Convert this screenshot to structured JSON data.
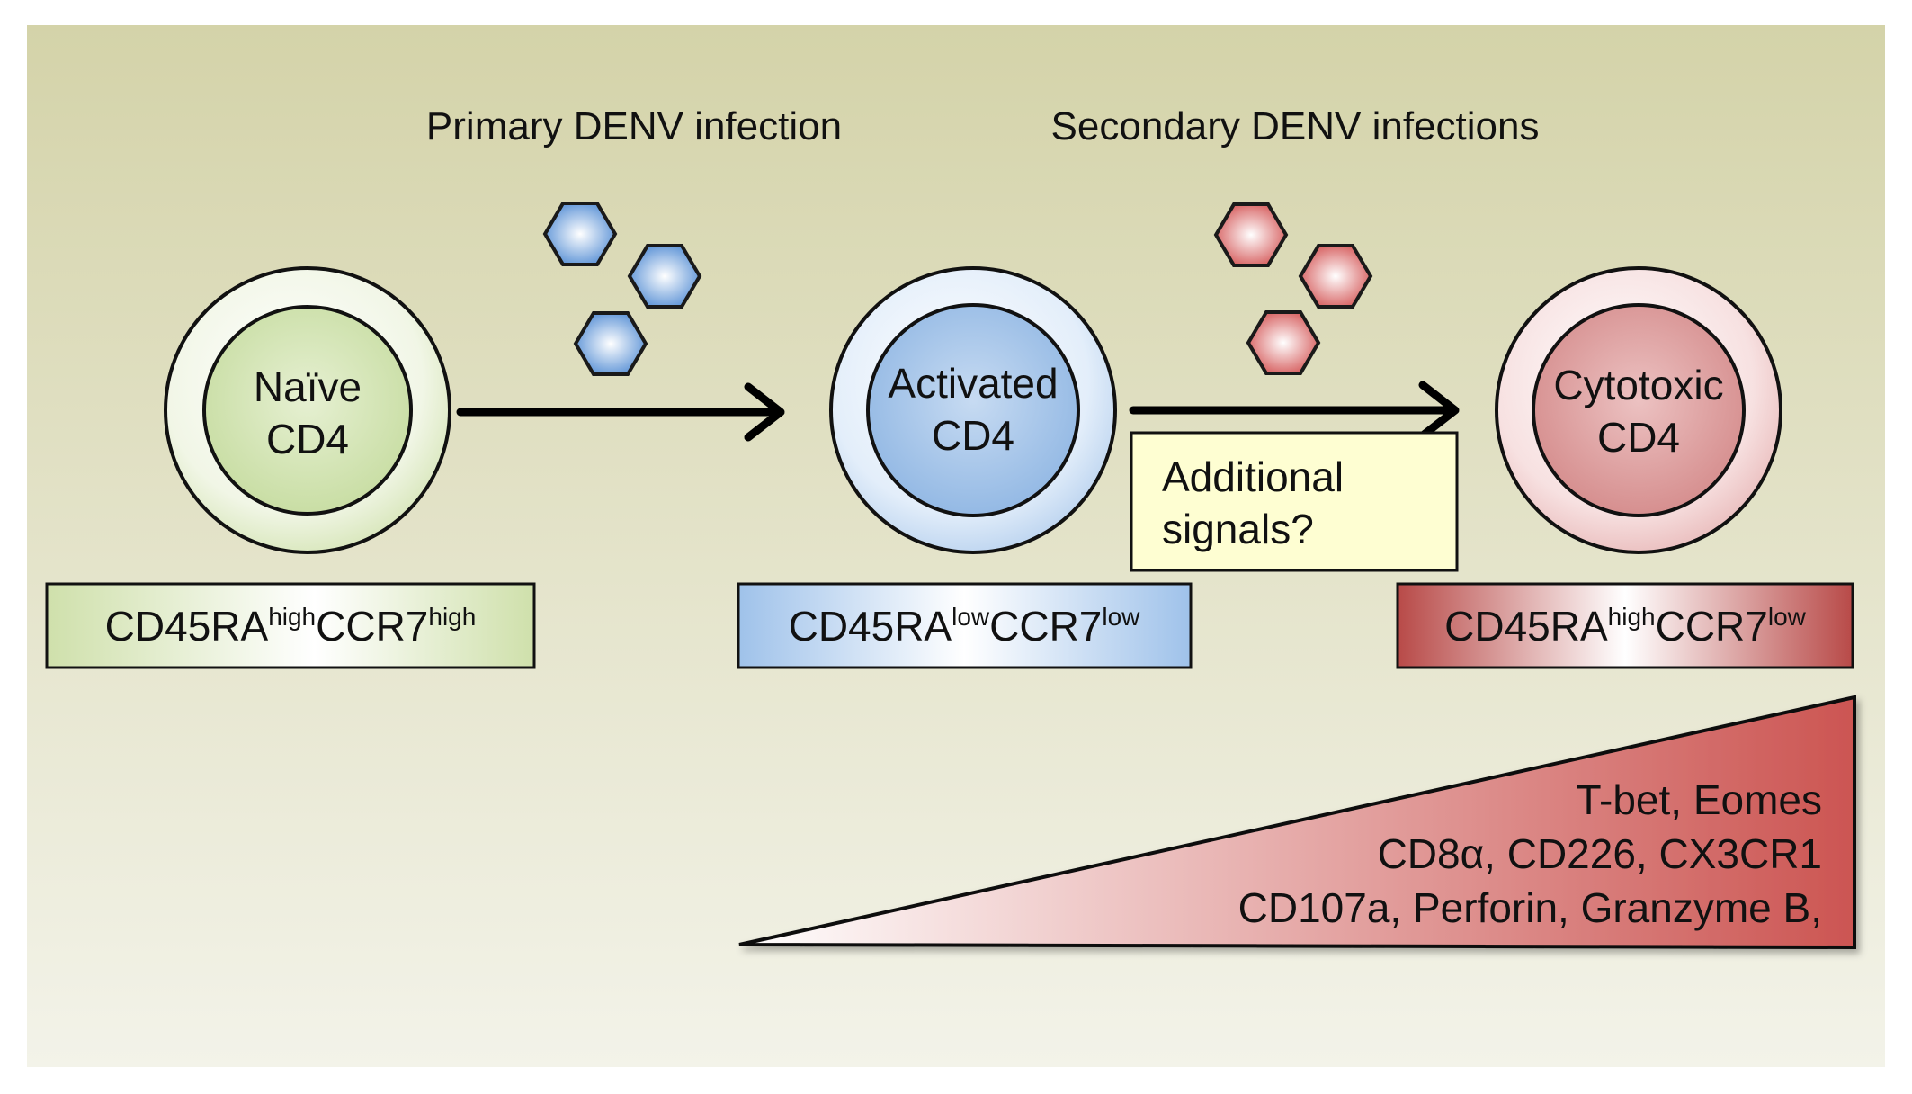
{
  "stages": {
    "primary_label": "Primary DENV infection",
    "secondary_label": "Secondary DENV infections"
  },
  "cells": [
    {
      "name": "naive",
      "line1": "Naïve",
      "line2": "CD4",
      "marker": {
        "prefix": "CD45RA",
        "sup1": "high",
        "mid": "CCR7",
        "sup2": "high"
      }
    },
    {
      "name": "activated",
      "line1": "Activated",
      "line2": "CD4",
      "marker": {
        "prefix": "CD45RA",
        "sup1": "low",
        "mid": "CCR7",
        "sup2": "low"
      }
    },
    {
      "name": "cytotoxic",
      "line1": "Cytotoxic",
      "line2": "CD4",
      "marker": {
        "prefix": "CD45RA",
        "sup1": "high",
        "mid": "CCR7",
        "sup2": "low"
      }
    }
  ],
  "additional_signals": {
    "line1": "Additional",
    "line2": "signals?"
  },
  "gradient_labels": [
    "T-bet, Eomes",
    "CD8α, CD226, CX3CR1",
    "CD107a, Perforin, Granzyme B,"
  ],
  "colors": {
    "background_top": "#d4d3a9",
    "background_bottom": "#f2f2e8",
    "naive": "#d7e7b8",
    "activated": "#a9c8ea",
    "cytotoxic": "#d98585",
    "signal_box": "#fefed2",
    "gradient_end": "#cc5552"
  }
}
